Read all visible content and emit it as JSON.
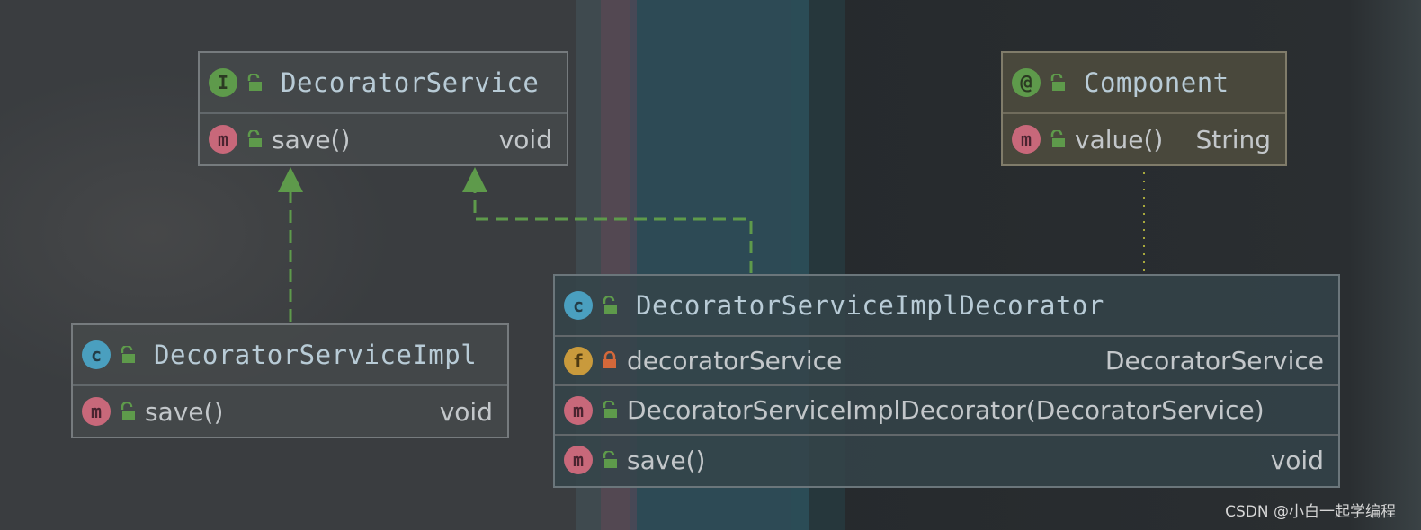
{
  "nodes": {
    "decorator_service": {
      "title": "DecoratorService",
      "kind_badge": "I",
      "members": [
        {
          "badge": "m",
          "name": "save()",
          "type": "void"
        }
      ]
    },
    "component": {
      "title": "Component",
      "kind_badge": "@",
      "members": [
        {
          "badge": "m",
          "name": "value()",
          "type": "String"
        }
      ]
    },
    "decorator_service_impl": {
      "title": "DecoratorServiceImpl",
      "kind_badge": "c",
      "members": [
        {
          "badge": "m",
          "name": "save()",
          "type": "void"
        }
      ]
    },
    "decorator_service_impl_decorator": {
      "title": "DecoratorServiceImplDecorator",
      "kind_badge": "c",
      "members": [
        {
          "badge": "f",
          "name": "decoratorService",
          "type": "DecoratorService"
        },
        {
          "badge": "m",
          "name": "DecoratorServiceImplDecorator(DecoratorService)",
          "type": ""
        },
        {
          "badge": "m",
          "name": "save()",
          "type": "void"
        }
      ]
    }
  },
  "colors": {
    "edge": "#5e9a4b",
    "annotation_edge": "#a7a83c"
  },
  "icons": {
    "interface": "interface-icon",
    "class": "class-icon",
    "annotation": "annotation-icon",
    "method": "method-icon",
    "field": "field-icon",
    "public": "unlock-icon",
    "private": "lock-icon"
  },
  "watermark": "CSDN @小白一起学编程"
}
